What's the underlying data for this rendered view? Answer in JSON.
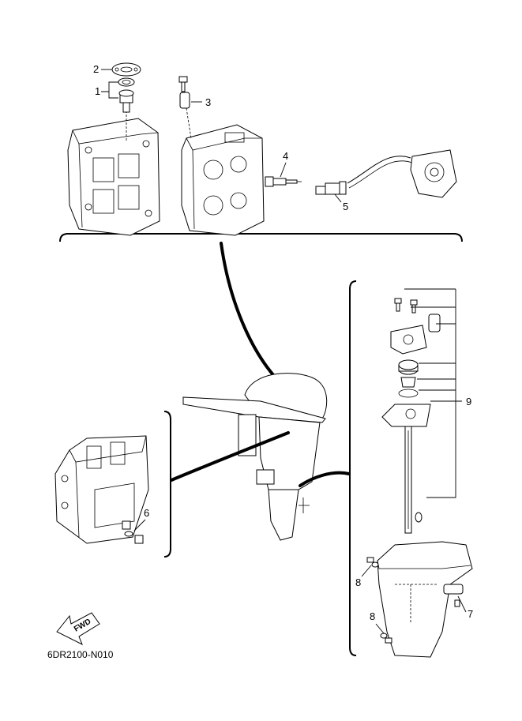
{
  "callouts": {
    "c1": "1",
    "c2": "2",
    "c3": "3",
    "c4": "4",
    "c5": "5",
    "c6": "6",
    "c7": "7",
    "c8a": "8",
    "c8b": "8",
    "c9": "9"
  },
  "fwd_label": "FWD",
  "diagram_code": "6DR2100-N010"
}
